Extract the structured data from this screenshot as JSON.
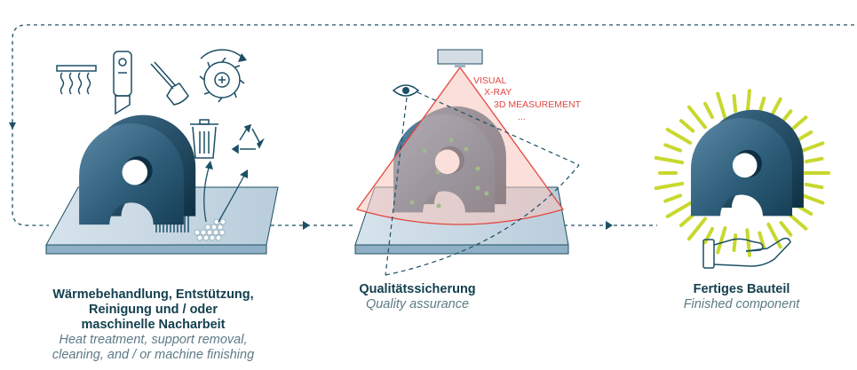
{
  "steps": [
    {
      "title_lines": [
        "Wärmebehandlung, Entstützung,",
        "Reinigung und / oder",
        "maschinelle Nacharbeit"
      ],
      "subtitle_lines": [
        "Heat treatment, support removal,",
        "cleaning, and / or machine finishing"
      ]
    },
    {
      "title_lines": [
        "Qualitätssicherung"
      ],
      "subtitle_lines": [
        "Quality assurance"
      ]
    },
    {
      "title_lines": [
        "Fertiges Bauteil"
      ],
      "subtitle_lines": [
        "Finished component"
      ]
    }
  ],
  "measurement_methods": [
    "VISUAL",
    "X-RAY",
    "3D MEASUREMENT",
    "..."
  ],
  "icons": [
    "heater-icon",
    "cutter-knife-icon",
    "brush-icon",
    "milling-cutter-icon",
    "trash-can-icon",
    "recycle-icon",
    "eye-icon",
    "camera-icon",
    "open-hand-icon"
  ],
  "colors": {
    "dark_text": "#14404f",
    "subtitle": "#5c7a86",
    "flow_line": "#1c4f66",
    "plate": "#c6d6e1",
    "part": "#2e5e7a",
    "scan_red": "#e2473f",
    "scan_fill": "#fbe1dc",
    "glow_green": "#c8d82e"
  }
}
